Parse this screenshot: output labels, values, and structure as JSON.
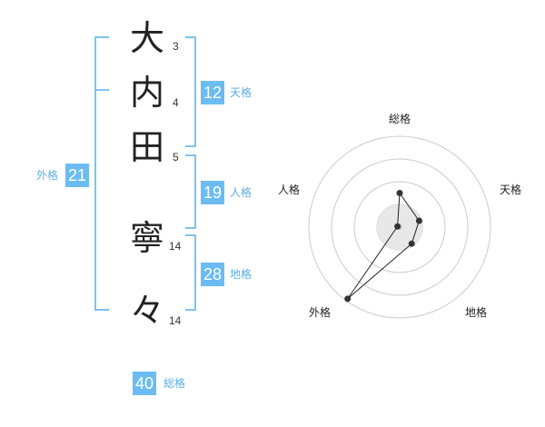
{
  "name": {
    "characters": [
      "大",
      "内",
      "田",
      "寧",
      "々"
    ],
    "strokes": [
      "3",
      "4",
      "5",
      "14",
      "14"
    ]
  },
  "fortunes": {
    "tenkaku": {
      "value": "12",
      "label": "天格"
    },
    "jinkaku": {
      "value": "19",
      "label": "人格"
    },
    "chikaku": {
      "value": "28",
      "label": "地格"
    },
    "gaikaku": {
      "value": "21",
      "label": "外格"
    },
    "soukaku": {
      "value": "40",
      "label": "総格"
    }
  },
  "chart_data": {
    "type": "radar",
    "axes": [
      "総格",
      "天格",
      "地格",
      "外格",
      "人格"
    ],
    "values": [
      1.5,
      0.9,
      0.9,
      3.9,
      0.1
    ],
    "max": 4,
    "rings": 4,
    "colors": {
      "ring": "#cccccc",
      "line": "#222222",
      "point": "#333333",
      "center_fill": "#e8e8e8"
    }
  }
}
